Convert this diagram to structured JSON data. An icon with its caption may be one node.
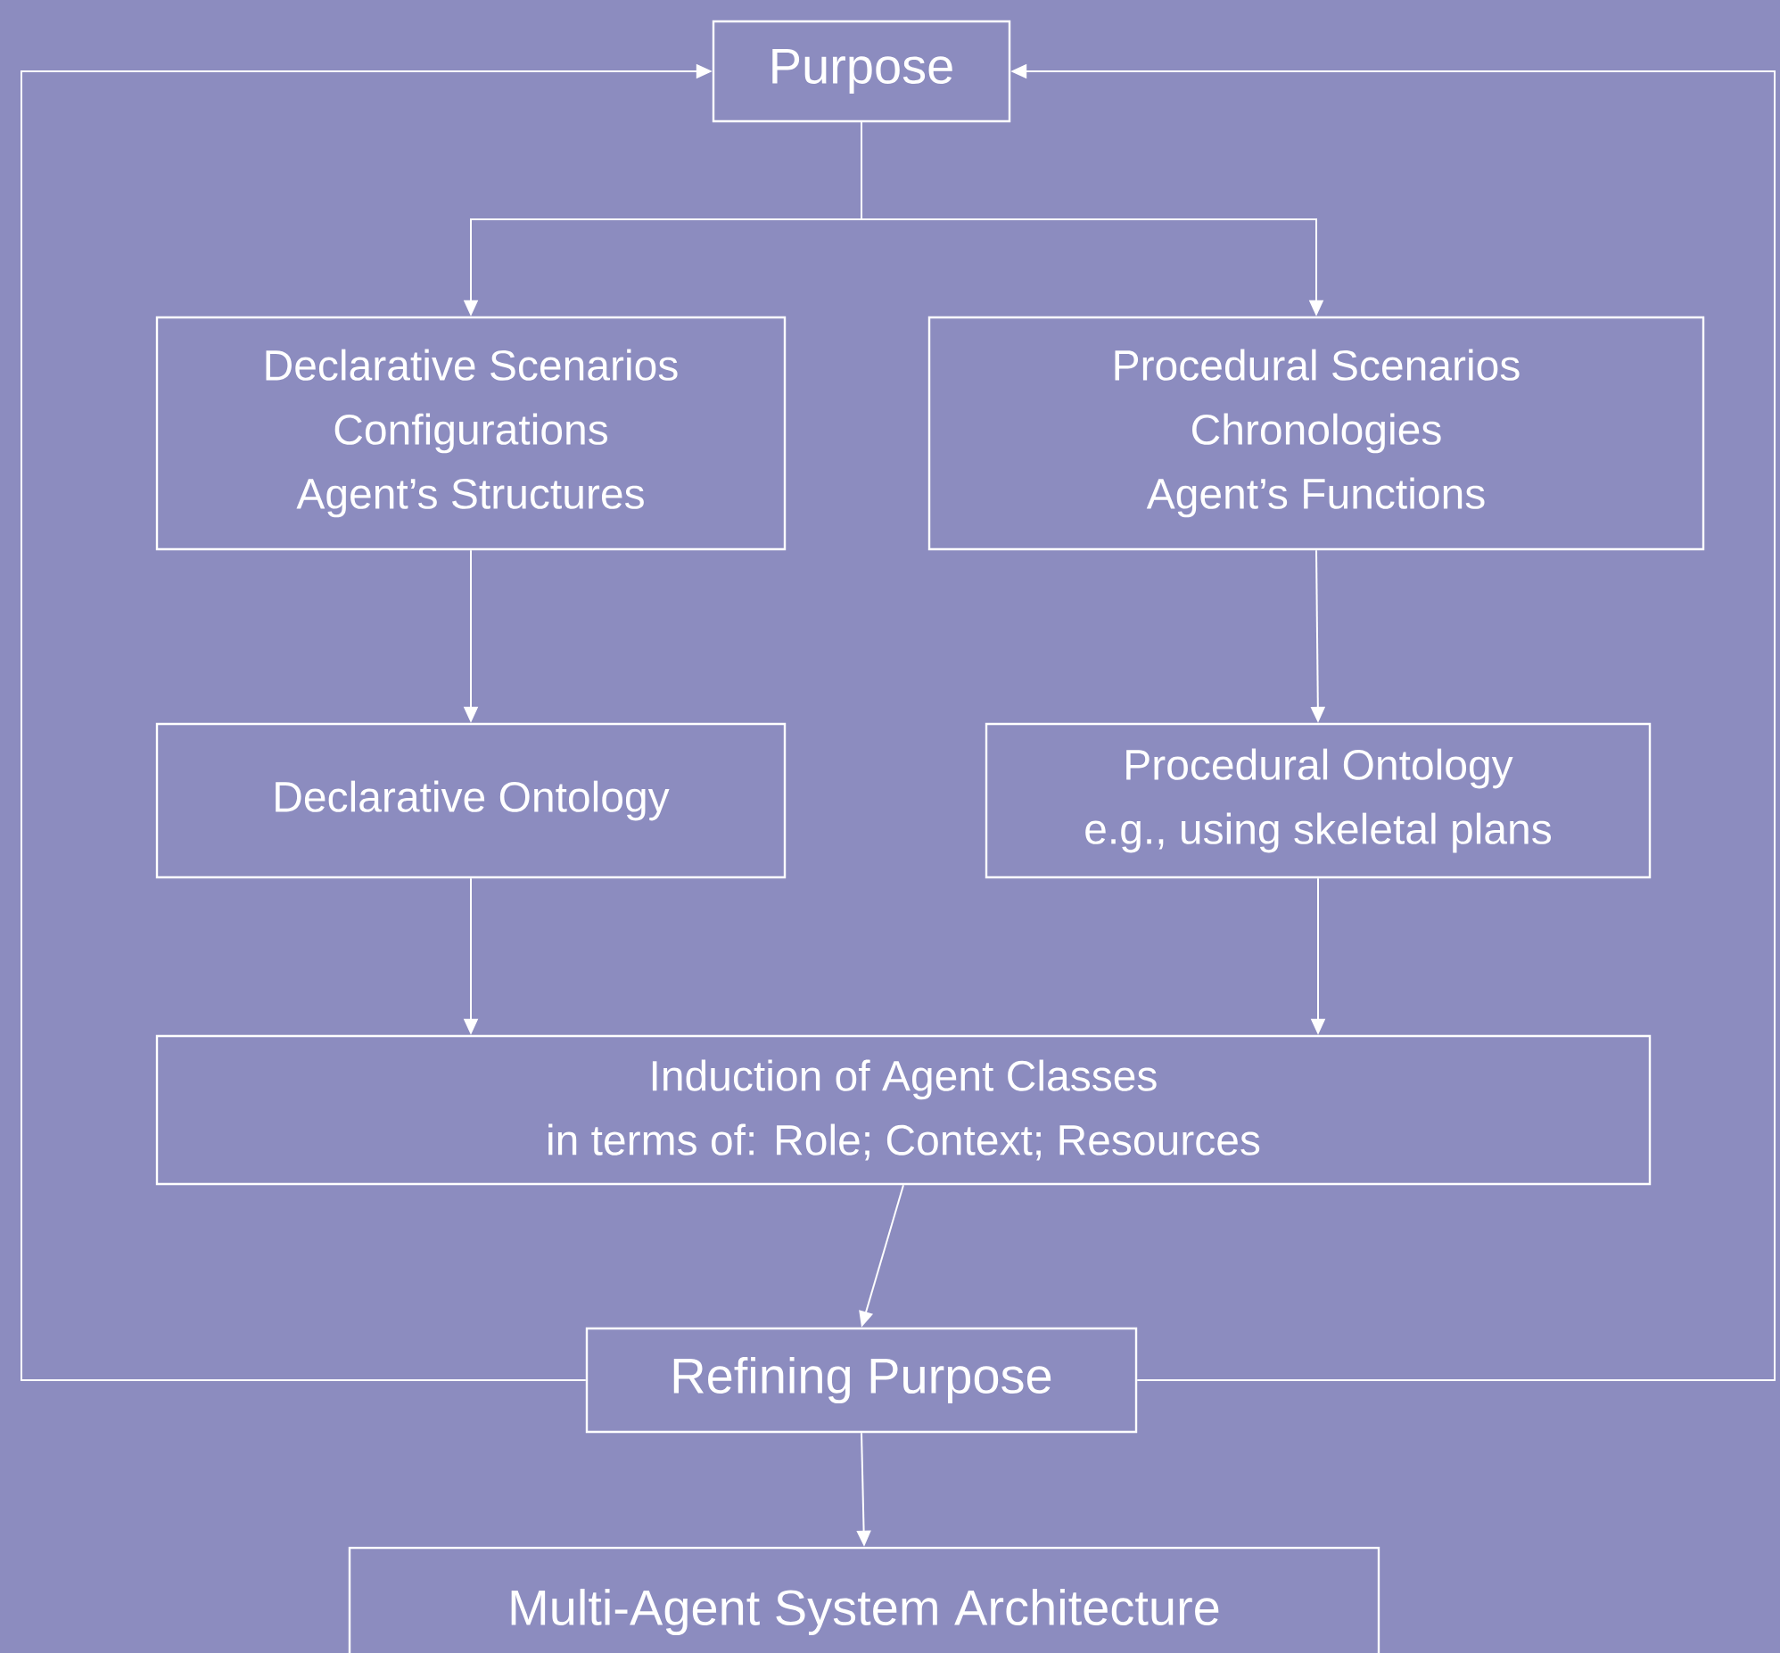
{
  "diagram": {
    "nodes": [
      {
        "text": [
          "Purpose"
        ]
      },
      {
        "text": [
          "Declarative Scenarios",
          "Configurations",
          "Agent’s Structures"
        ]
      },
      {
        "text": [
          "Procedural Scenarios",
          "Chronologies",
          "Agent’s Functions"
        ]
      },
      {
        "text": [
          "Declarative Ontology"
        ]
      },
      {
        "text": [
          "Procedural Ontology",
          "e.g., using skeletal plans"
        ]
      },
      {
        "text": [
          "Induction of Agent Classes",
          "in terms of: Role; Context; Resources"
        ]
      },
      {
        "text": [
          "Refining Purpose"
        ]
      },
      {
        "text": [
          "Multi-Agent System Architecture"
        ]
      }
    ],
    "edges": [
      {
        "from": 0,
        "to": 1,
        "arrow": "to"
      },
      {
        "from": 0,
        "to": 2,
        "arrow": "to"
      },
      {
        "from": 1,
        "to": 3,
        "arrow": "to"
      },
      {
        "from": 2,
        "to": 4,
        "arrow": "to"
      },
      {
        "from": 3,
        "to": 5,
        "arrow": "to"
      },
      {
        "from": 4,
        "to": 5,
        "arrow": "to"
      },
      {
        "from": 5,
        "to": 6,
        "arrow": "to"
      },
      {
        "from": 6,
        "to": 7,
        "arrow": "to"
      },
      {
        "from": 6,
        "to": 0,
        "arrow": "to"
      },
      {
        "from": 6,
        "to": 0,
        "arrow": "to"
      }
    ]
  }
}
